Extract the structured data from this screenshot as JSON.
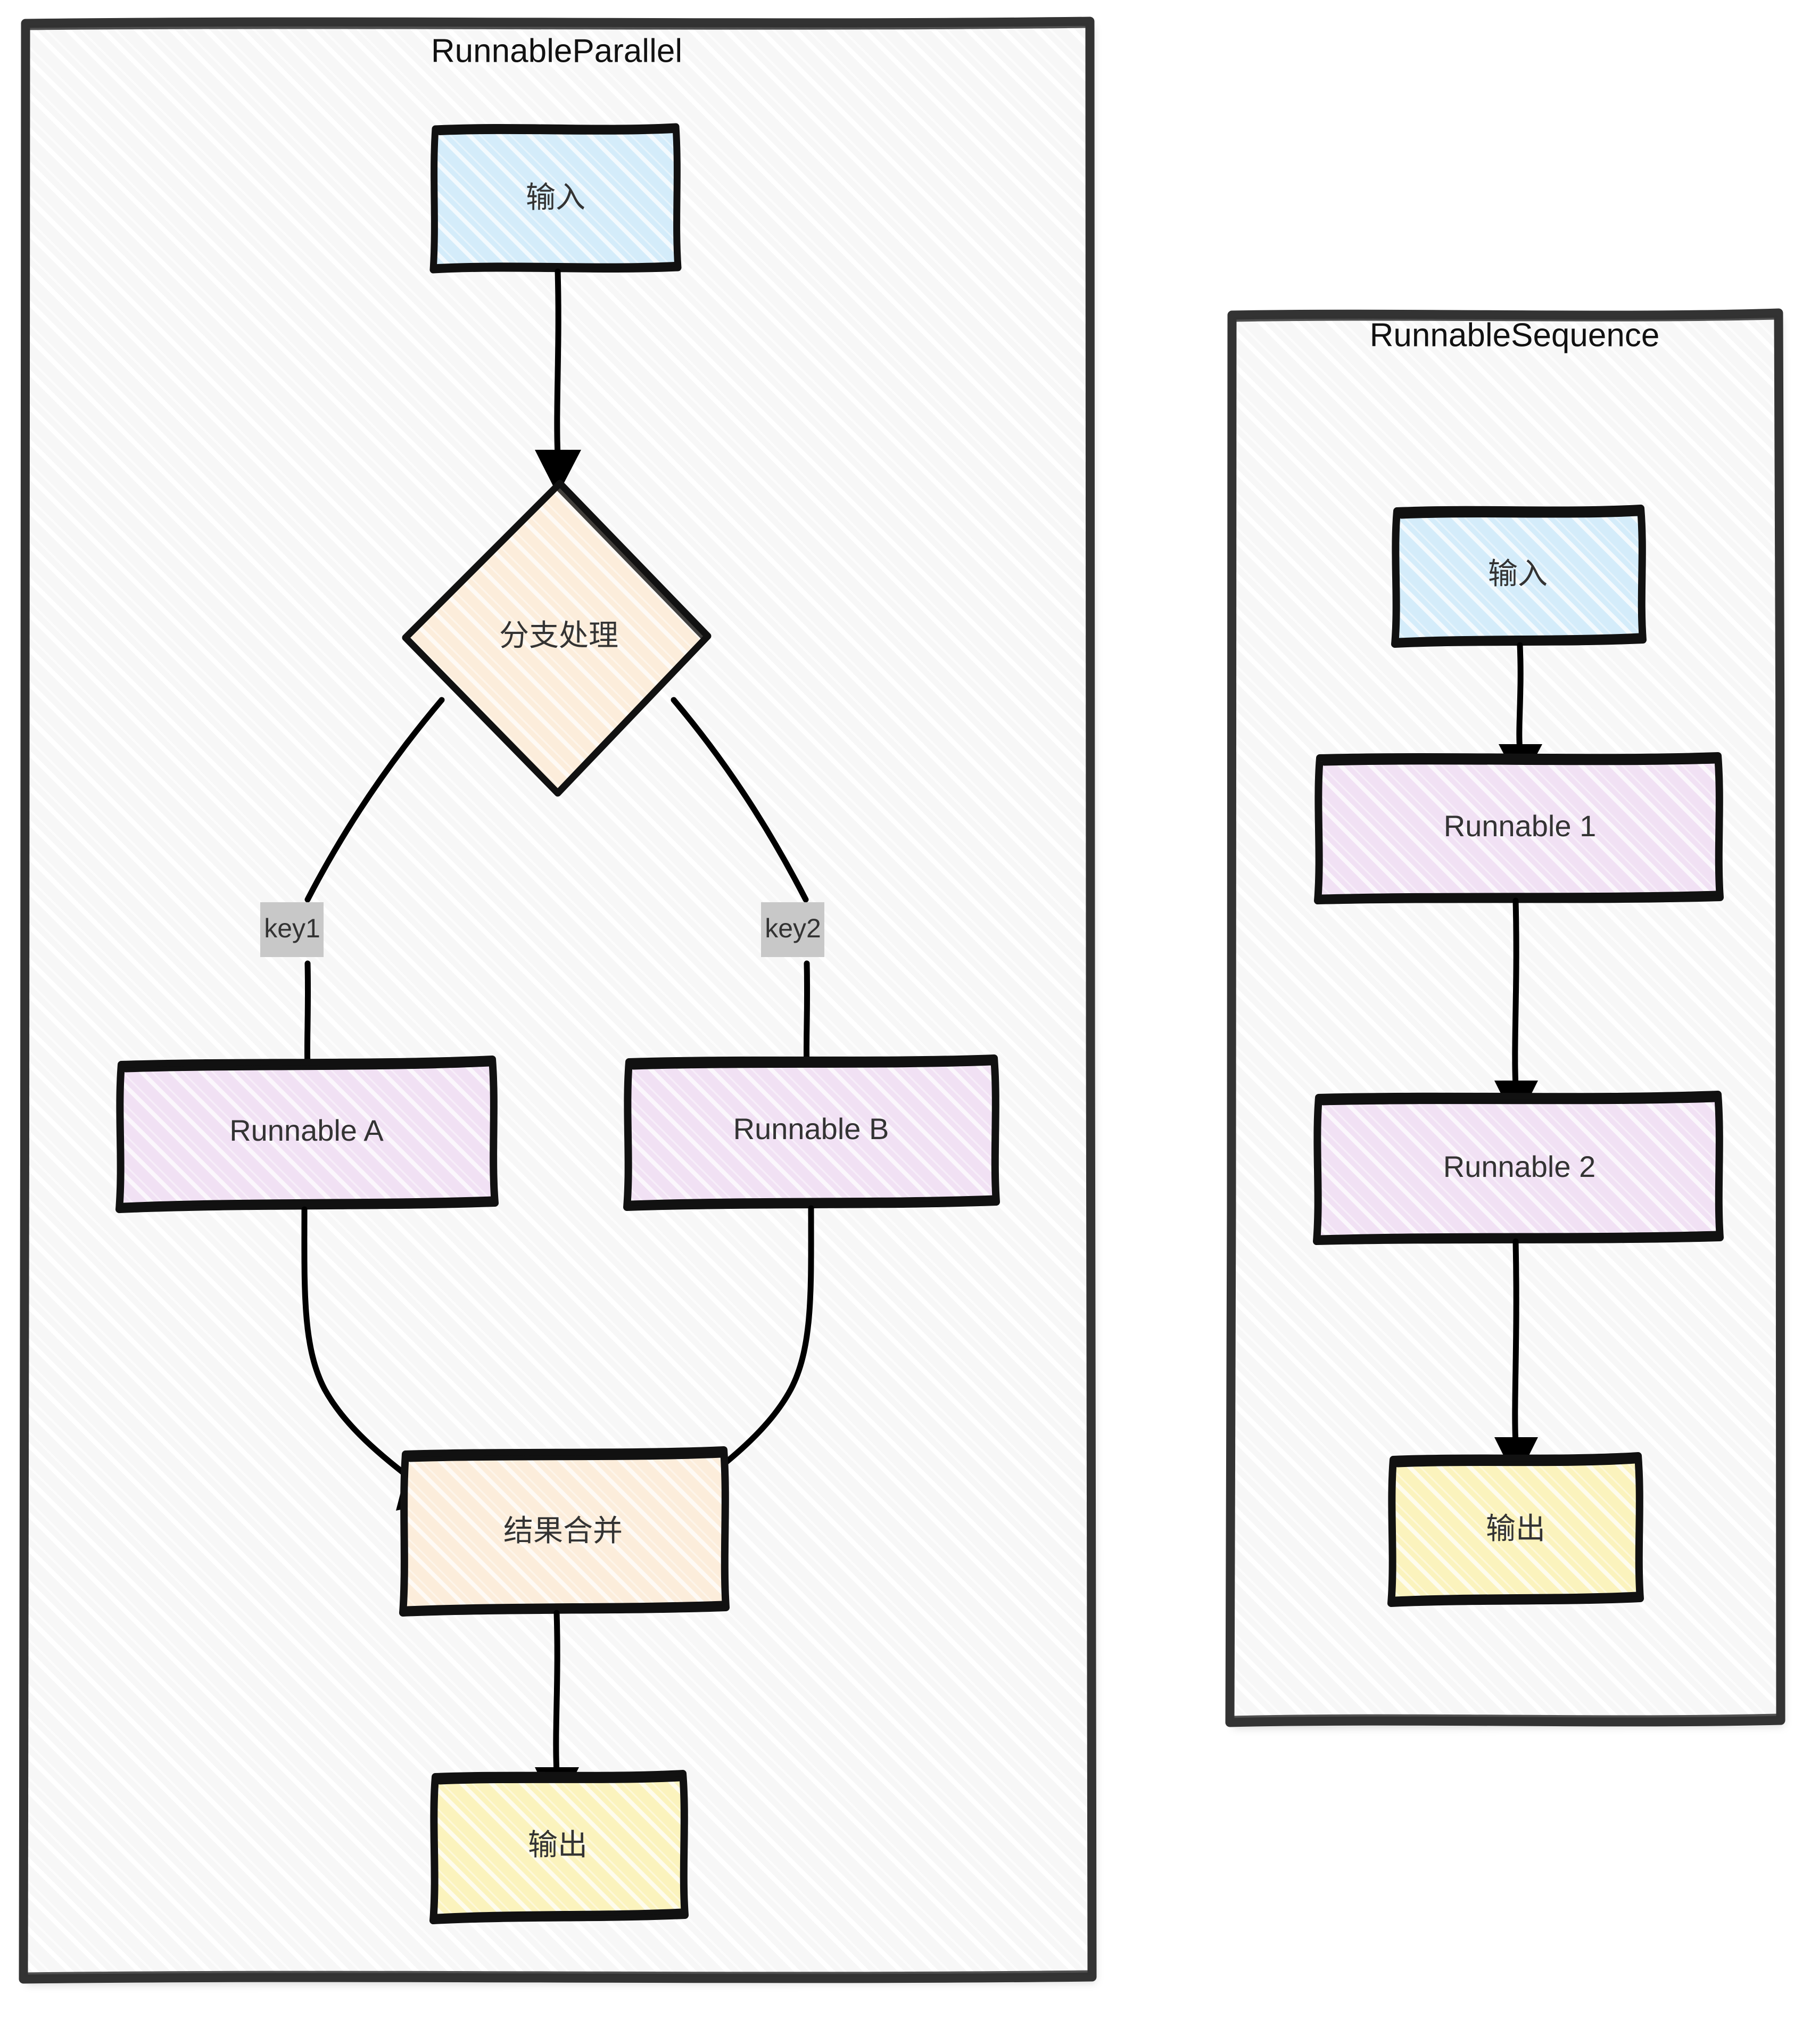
{
  "diagram": {
    "type": "flowchart",
    "style": "hand-drawn-sketch",
    "background_color": "#ffffff",
    "panel_fill": "#f7f7f7",
    "panel_stroke": "#333333",
    "edge_stroke": "#000000"
  },
  "panels": [
    {
      "id": "runnable-parallel",
      "title": "RunnableParallel",
      "nodes": [
        {
          "id": "p-input",
          "label": "输入",
          "shape": "rect",
          "fill": "#d4ecfa"
        },
        {
          "id": "p-branch",
          "label": "分支处理",
          "shape": "diamond",
          "fill": "#fceddb"
        },
        {
          "id": "p-runA",
          "label": "Runnable A",
          "shape": "rect",
          "fill": "#f1e1f4"
        },
        {
          "id": "p-runB",
          "label": "Runnable B",
          "shape": "rect",
          "fill": "#f1e1f4"
        },
        {
          "id": "p-merge",
          "label": "结果合并",
          "shape": "rect",
          "fill": "#fceddb"
        },
        {
          "id": "p-output",
          "label": "输出",
          "shape": "rect",
          "fill": "#fbf3bd"
        }
      ],
      "edges": [
        {
          "from": "p-input",
          "to": "p-branch",
          "label": ""
        },
        {
          "from": "p-branch",
          "to": "p-runA",
          "label": "key1"
        },
        {
          "from": "p-branch",
          "to": "p-runB",
          "label": "key2"
        },
        {
          "from": "p-runA",
          "to": "p-merge",
          "label": ""
        },
        {
          "from": "p-runB",
          "to": "p-merge",
          "label": ""
        },
        {
          "from": "p-merge",
          "to": "p-output",
          "label": ""
        }
      ]
    },
    {
      "id": "runnable-sequence",
      "title": "RunnableSequence",
      "nodes": [
        {
          "id": "s-input",
          "label": "输入",
          "shape": "rect",
          "fill": "#d4ecfa"
        },
        {
          "id": "s-run1",
          "label": "Runnable 1",
          "shape": "rect",
          "fill": "#f1e1f4"
        },
        {
          "id": "s-run2",
          "label": "Runnable 2",
          "shape": "rect",
          "fill": "#f1e1f4"
        },
        {
          "id": "s-output",
          "label": "输出",
          "shape": "rect",
          "fill": "#fbf3bd"
        }
      ],
      "edges": [
        {
          "from": "s-input",
          "to": "s-run1",
          "label": ""
        },
        {
          "from": "s-run1",
          "to": "s-run2",
          "label": ""
        },
        {
          "from": "s-run2",
          "to": "s-output",
          "label": ""
        }
      ]
    }
  ],
  "labels": {
    "panel_parallel_title": "RunnableParallel",
    "panel_sequence_title": "RunnableSequence",
    "p_input": "输入",
    "p_branch": "分支处理",
    "p_runA": "Runnable A",
    "p_runB": "Runnable B",
    "p_merge": "结果合并",
    "p_output": "输出",
    "edge_key1": "key1",
    "edge_key2": "key2",
    "s_input": "输入",
    "s_run1": "Runnable 1",
    "s_run2": "Runnable 2",
    "s_output": "输出"
  }
}
